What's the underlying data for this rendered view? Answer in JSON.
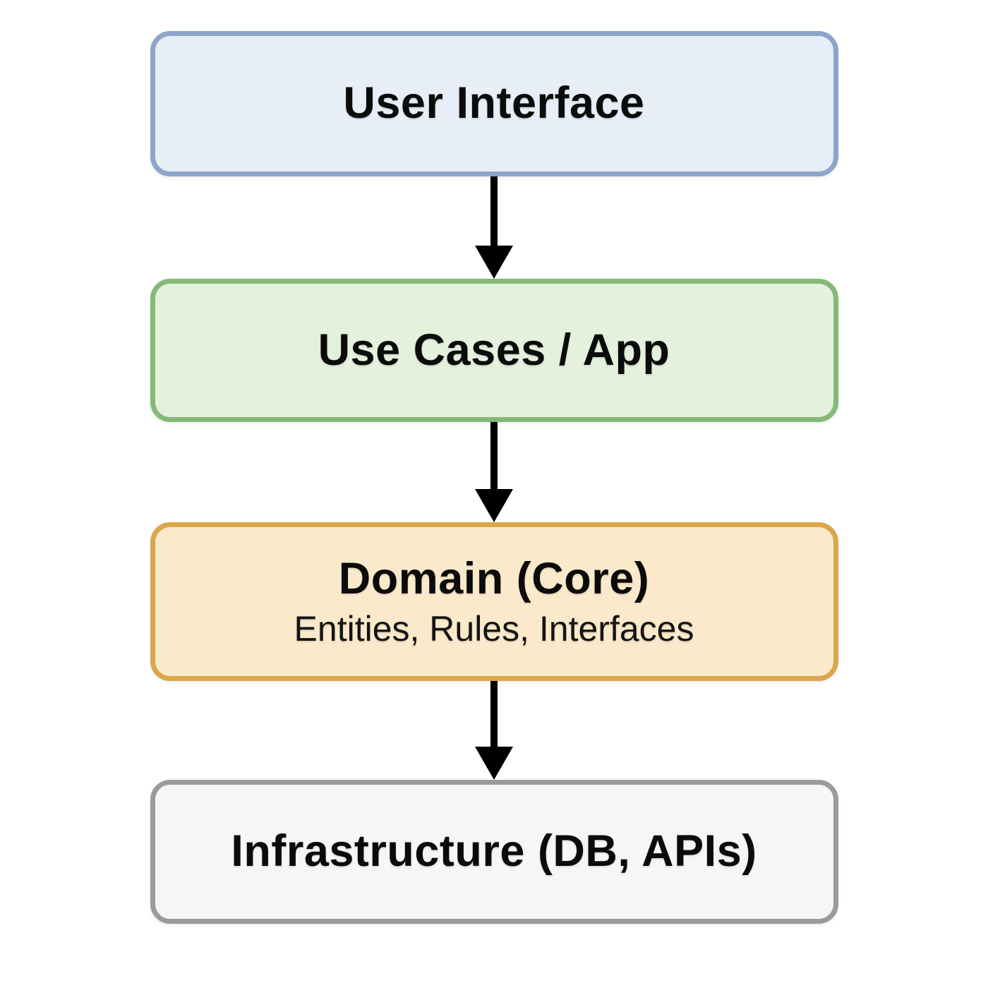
{
  "diagram": {
    "background": "#ffffff",
    "arrow_color": "#000000",
    "nodes": [
      {
        "id": "user-interface",
        "label": "User Interface",
        "fill": "#e7eef8",
        "border": "#8da5c8"
      },
      {
        "id": "use-cases-app",
        "label": "Use Cases / App",
        "fill": "#e4f1dd",
        "border": "#86b878"
      },
      {
        "id": "domain-core",
        "label": "Domain (Core)",
        "sublabel": "Entities, Rules, Interfaces",
        "fill": "#faeacb",
        "border": "#dba64c"
      },
      {
        "id": "infrastructure",
        "label": "Infrastructure (DB, APIs)",
        "fill": "#f6f6f6",
        "border": "#9b9b9b"
      }
    ],
    "edges": [
      {
        "from": "user-interface",
        "to": "use-cases-app"
      },
      {
        "from": "use-cases-app",
        "to": "domain-core"
      },
      {
        "from": "domain-core",
        "to": "infrastructure"
      }
    ]
  }
}
